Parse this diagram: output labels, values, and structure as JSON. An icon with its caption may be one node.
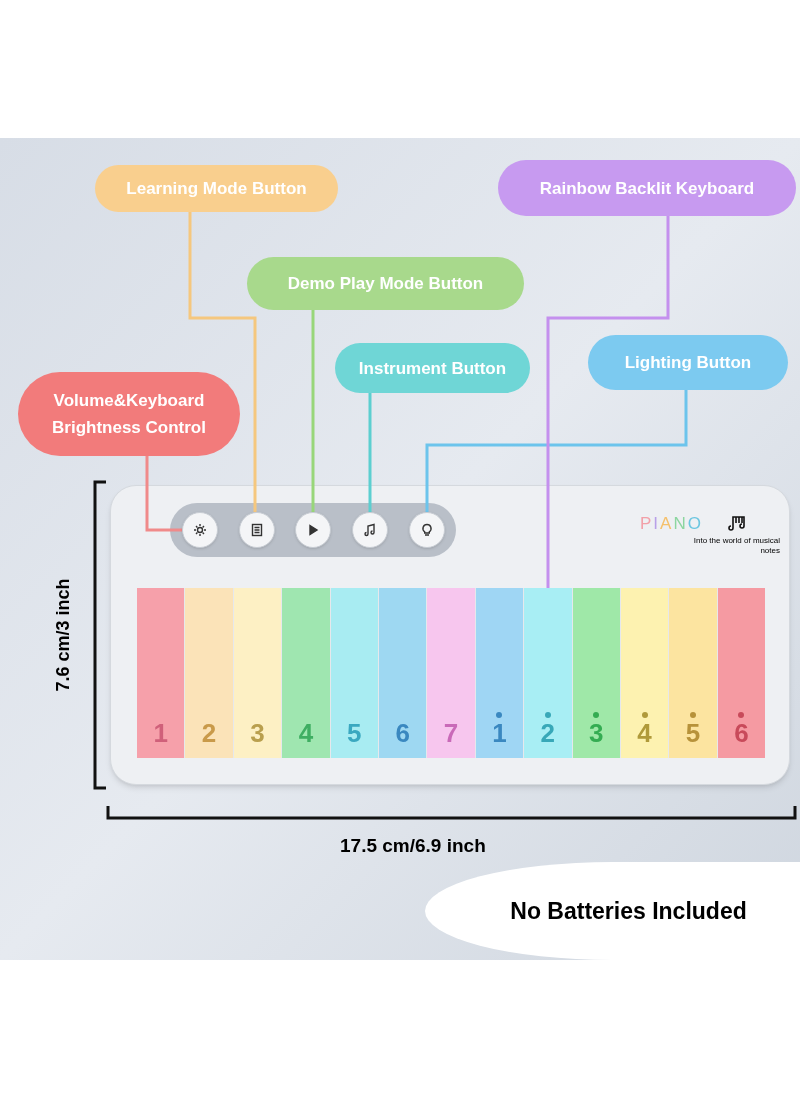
{
  "diagram": {
    "nodes": [
      {
        "text": [
          "Learning Mode Button"
        ]
      },
      {
        "text": [
          "Rainbow Backlit Keyboard"
        ]
      },
      {
        "text": [
          "Demo Play Mode Button"
        ]
      },
      {
        "text": [
          "Instrument Button"
        ]
      },
      {
        "text": [
          "Lighting Button"
        ]
      },
      {
        "text": [
          "Volume&Keyboard Brightness Control"
        ]
      },
      {
        "text": [
          "No Batteries Included"
        ]
      },
      {
        "text": [],
        "shape": "circle"
      },
      {
        "text": [],
        "shape": "circle"
      },
      {
        "text": [],
        "shape": "circle"
      },
      {
        "text": [],
        "shape": "circle"
      },
      {
        "text": [],
        "shape": "circle"
      },
      {
        "text": [],
        "shape": "box"
      }
    ],
    "edges": [
      {
        "from": 5,
        "to": 7,
        "arrow": "none",
        "color": "#f08a8a"
      },
      {
        "from": 0,
        "to": 8,
        "arrow": "none",
        "color": "#f5c77e"
      },
      {
        "from": 2,
        "to": 9,
        "arrow": "none",
        "color": "#98d67a"
      },
      {
        "from": 3,
        "to": 10,
        "arrow": "none",
        "color": "#5ccfd0"
      },
      {
        "from": 4,
        "to": 11,
        "arrow": "none",
        "color": "#6cc4ec"
      },
      {
        "from": 1,
        "to": 12,
        "arrow": "none",
        "color": "#c490ee"
      }
    ],
    "labels": [
      "PIANO",
      "Into the world of musical notes",
      "1",
      "2",
      "3",
      "4",
      "5",
      "6",
      "7",
      "1",
      "2",
      "3",
      "4",
      "5",
      "6",
      "7.6 cm/3 inch",
      "17.5 cm/6.9 inch"
    ]
  }
}
